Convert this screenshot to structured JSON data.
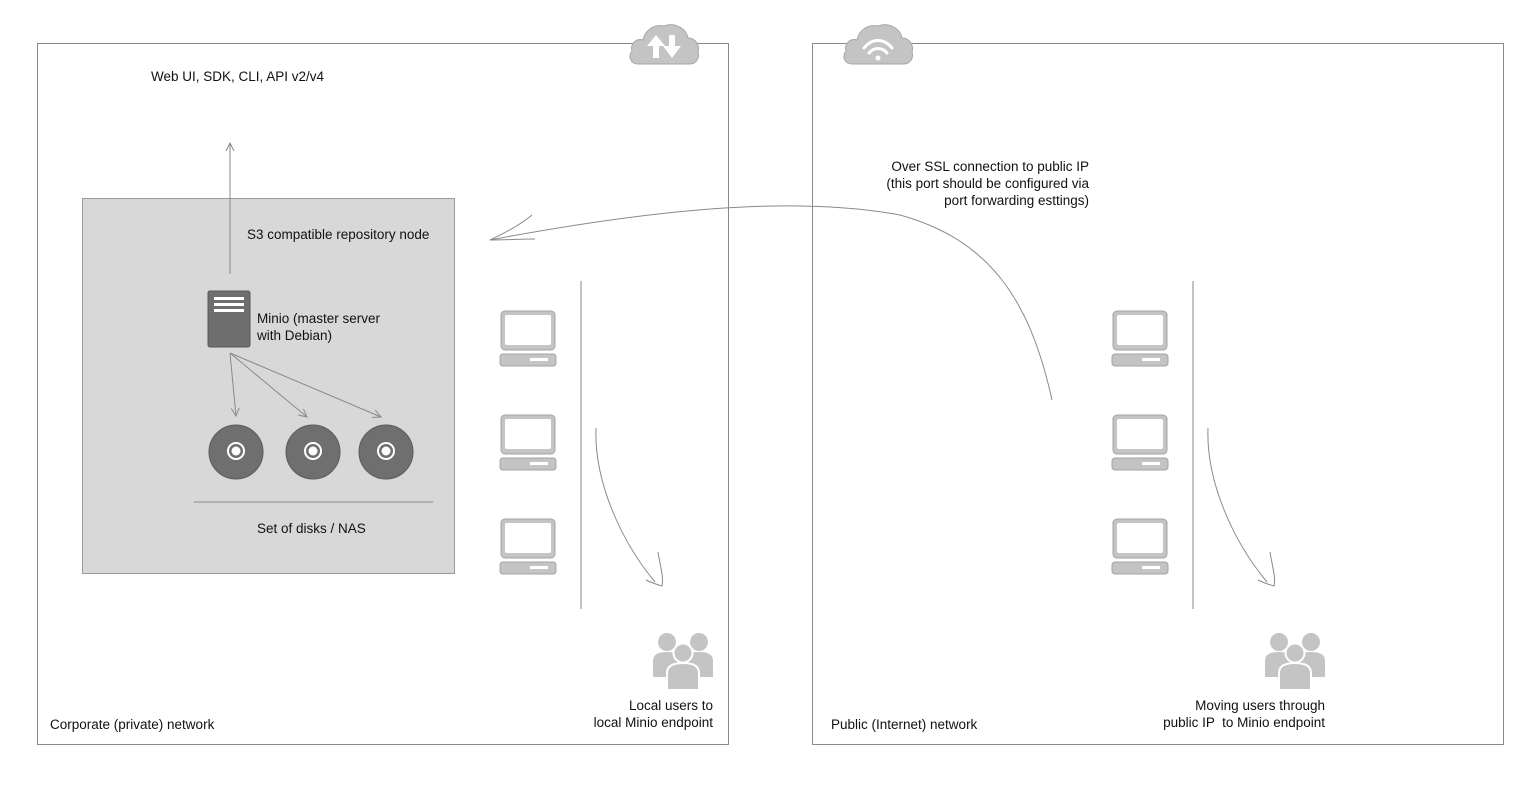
{
  "corporate": {
    "network_label": "Corporate (private) network",
    "api_label": "Web UI, SDK, CLI, API v2/v4",
    "node_label": "S3 compatible repository node",
    "server_label": "Minio (master server\nwith Debian)",
    "disks_label": "Set of disks / NAS",
    "users_label": "Local users to\nlocal Minio endpoint"
  },
  "public": {
    "network_label": "Public (Internet) network",
    "ssl_label": "Over SSL connection to public IP\n(this port should be configured via\nport forwarding esttings)",
    "users_label": "Moving users through\npublic IP  to Minio endpoint"
  },
  "colors": {
    "node_fill": "#d8d8d8",
    "icon_gray": "#c4c4c4",
    "disk_gray": "#6f6f6f",
    "server_gray": "#6e6e6e"
  }
}
